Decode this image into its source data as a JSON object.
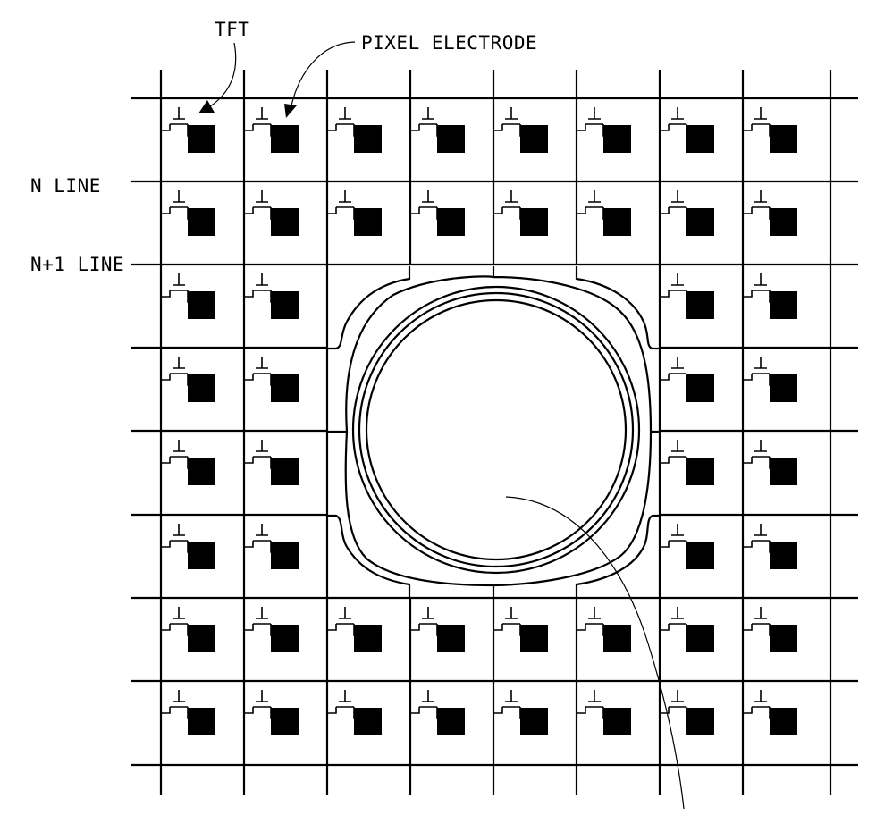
{
  "labels": {
    "tft": "TFT",
    "pixel_electrode": "PIXEL ELECTRODE",
    "n_line": "N LINE",
    "n1_line": "N+1 LINE"
  },
  "grid": {
    "columns": 8,
    "rows": 8,
    "hole_cells": [
      [
        2,
        2
      ],
      [
        2,
        3
      ],
      [
        3,
        2
      ],
      [
        3,
        3
      ],
      [
        4,
        2
      ],
      [
        4,
        3
      ],
      [
        5,
        2
      ],
      [
        5,
        3
      ],
      [
        2,
        4
      ],
      [
        3,
        4
      ],
      [
        4,
        4
      ],
      [
        5,
        4
      ],
      [
        2,
        5
      ],
      [
        3,
        5
      ],
      [
        4,
        5
      ],
      [
        5,
        5
      ]
    ]
  },
  "colors": {
    "ink": "#000000",
    "background": "#ffffff"
  }
}
